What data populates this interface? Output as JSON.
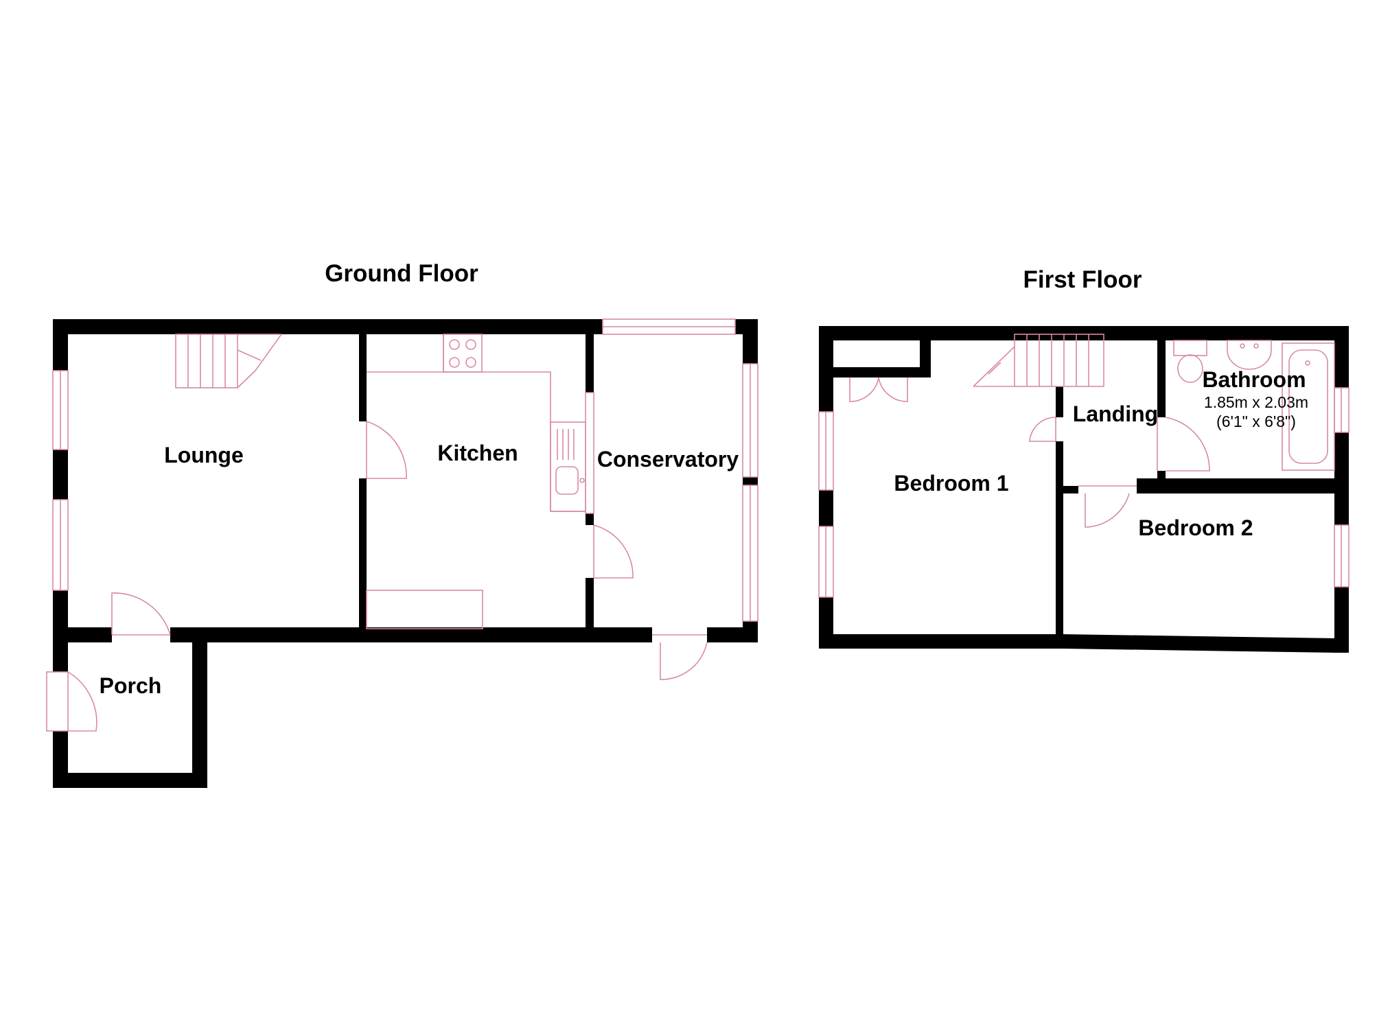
{
  "floors": {
    "ground": {
      "title": "Ground Floor",
      "rooms": {
        "lounge": "Lounge",
        "kitchen": "Kitchen",
        "conservatory": "Conservatory",
        "porch": "Porch"
      }
    },
    "first": {
      "title": "First Floor",
      "rooms": {
        "bedroom1": "Bedroom 1",
        "bedroom2": "Bedroom 2",
        "landing": "Landing",
        "bathroom": "Bathroom",
        "bathroom_dim_metric": "1.85m x 2.03m",
        "bathroom_dim_imperial": "(6'1\" x 6'8\")"
      }
    }
  },
  "colors": {
    "walls": "#000000",
    "fixtures": "#d98aa0",
    "background": "#ffffff"
  }
}
